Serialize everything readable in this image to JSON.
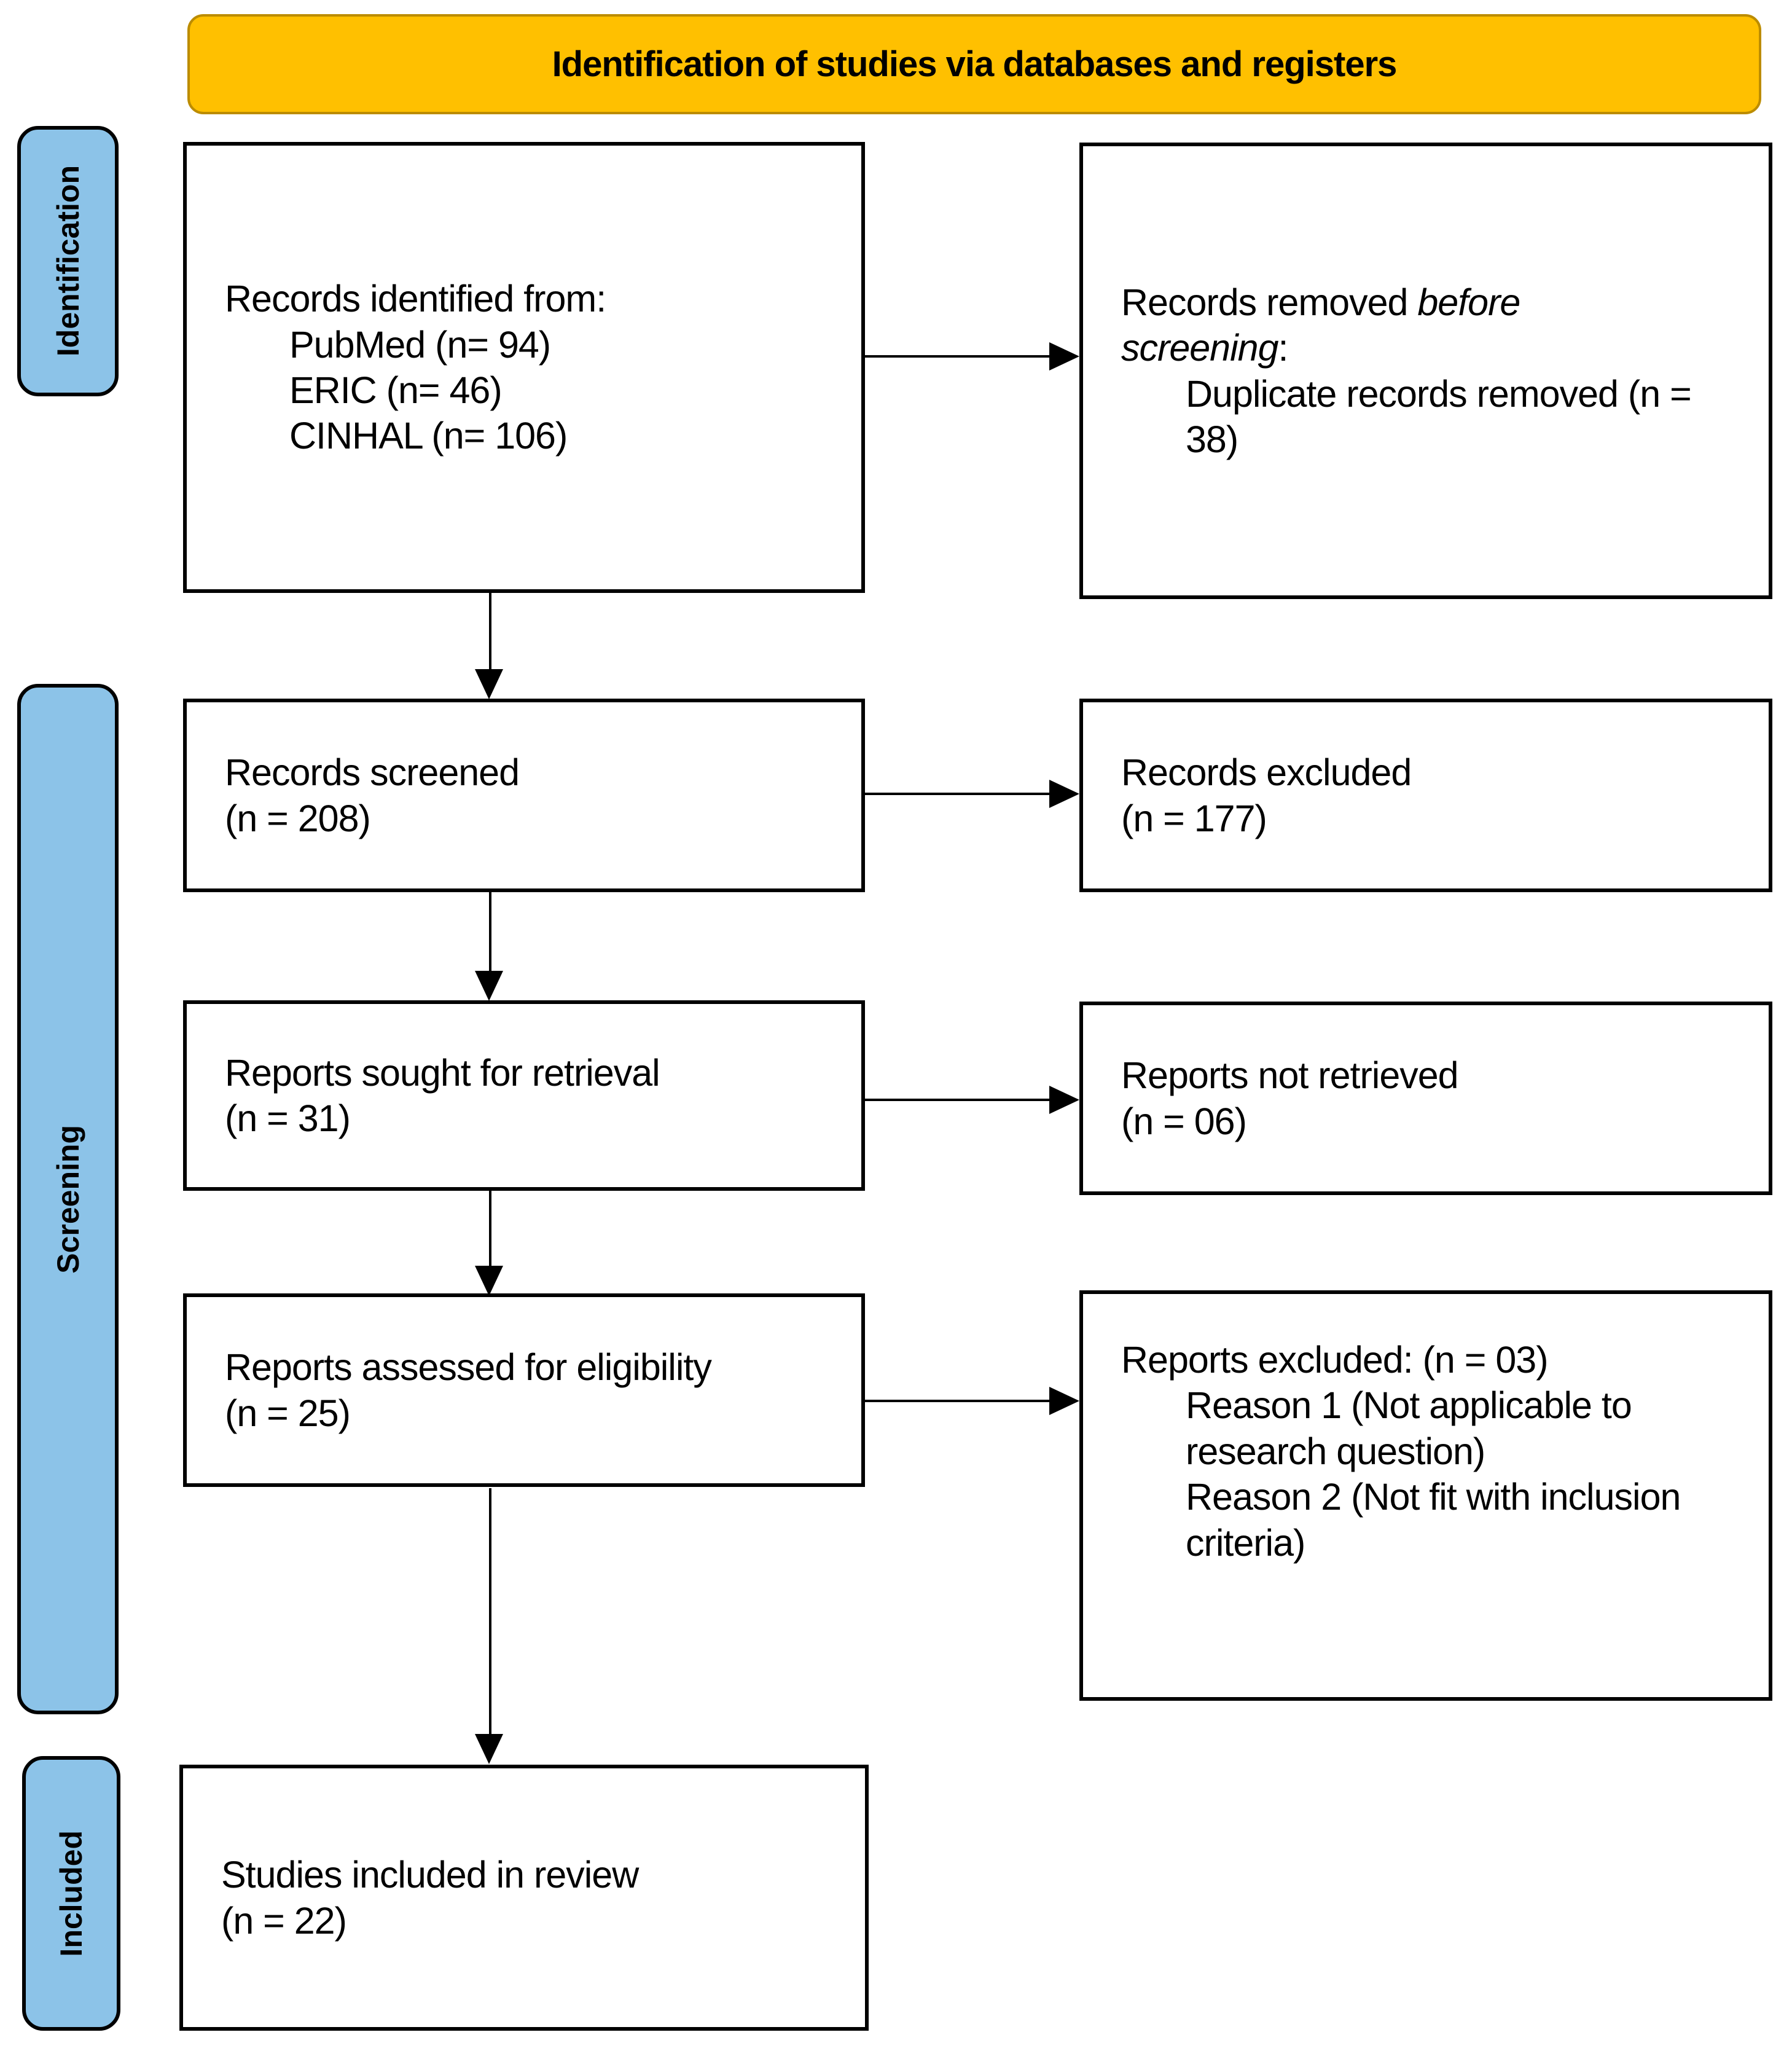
{
  "banner": {
    "title": "Identification of studies via databases and registers"
  },
  "sidebar": {
    "identification_label": "Identification",
    "screening_label": "Screening",
    "included_label": "Included"
  },
  "boxes": {
    "records_identified": {
      "line1": "Records identified from:",
      "items": [
        "PubMed (n= 94)",
        "ERIC (n= 46)",
        "CINHAL (n= 106)"
      ]
    },
    "records_removed": {
      "prefix": "Records removed ",
      "italic": "before screening",
      "suffix": ":",
      "items": [
        "Duplicate records removed (n = 38)"
      ]
    },
    "records_screened": {
      "line1": "Records screened",
      "line2": "(n = 208)"
    },
    "records_excluded": {
      "line1": "Records excluded",
      "line2": "(n = 177)"
    },
    "reports_sought": {
      "line1": "Reports sought for retrieval",
      "line2": "(n = 31)"
    },
    "reports_not_retrieved": {
      "line1": "Reports not retrieved",
      "line2": "(n = 06)"
    },
    "reports_assessed": {
      "line1": "Reports assessed for eligibility",
      "line2": "(n = 25)"
    },
    "reports_excluded": {
      "line1": "Reports excluded: (n = 03)",
      "items": [
        "Reason 1 (Not applicable to research question)",
        "Reason 2 (Not fit with inclusion criteria)"
      ]
    },
    "studies_included": {
      "line1": "Studies included in review",
      "line2": "(n = 22)"
    }
  },
  "colors": {
    "banner_fill": "#FFC000",
    "banner_border": "#BC8C00",
    "sidebar_fill": "#8CC3E8",
    "box_border": "#000000",
    "text": "#000000"
  }
}
